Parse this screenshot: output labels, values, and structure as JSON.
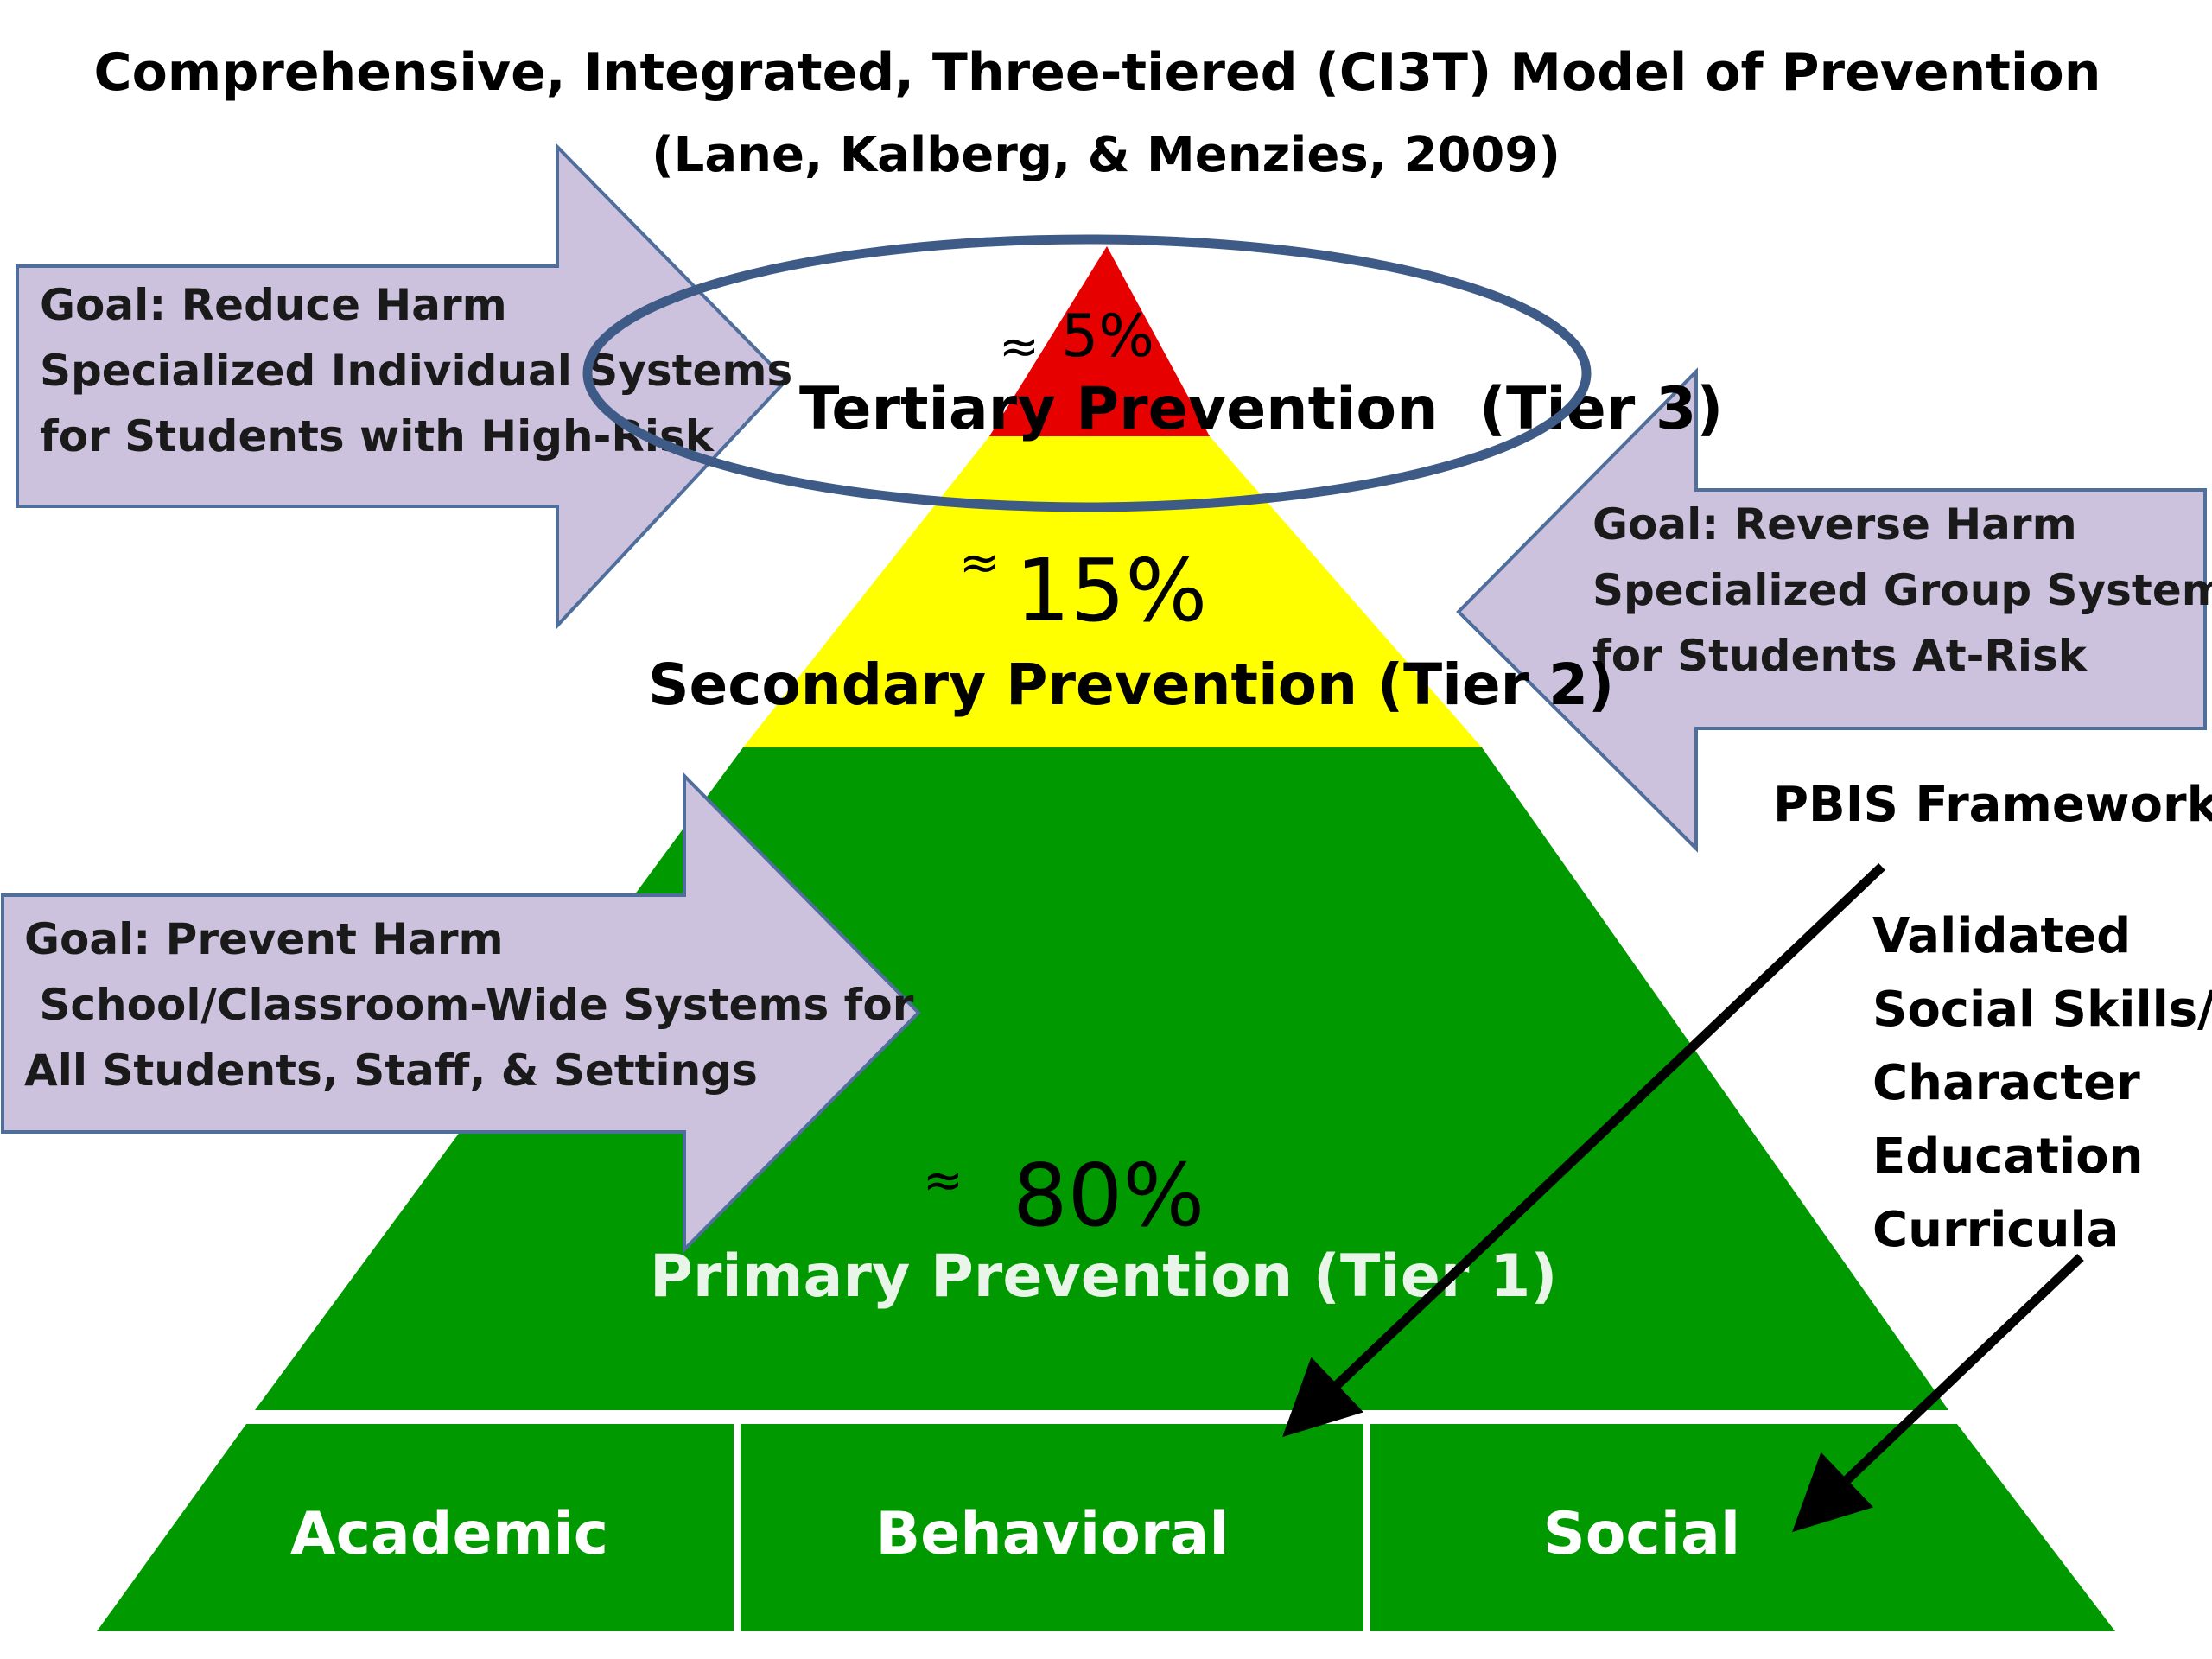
{
  "title": "Comprehensive, Integrated, Three-tiered (CI3T) Model of Prevention",
  "citation": "(Lane, Kalberg, & Menzies, 2009)",
  "approx_symbol": "≈",
  "colors": {
    "tier3": "#e60000",
    "tier2": "#ffff00",
    "tier1": "#009900",
    "arrow_fill": "#ccc2dd",
    "arrow_stroke": "#4f6e9c",
    "ellipse_stroke": "#3e5b87"
  },
  "tiers": {
    "tertiary": {
      "percent": "5%",
      "label": "Tertiary Prevention  (Tier 3)"
    },
    "secondary": {
      "percent": "15%",
      "label": "Secondary Prevention (Tier 2)"
    },
    "primary": {
      "percent": "80%",
      "label": "Primary Prevention (Tier 1)"
    }
  },
  "goals": {
    "tier3": {
      "line1": "Goal: Reduce Harm",
      "line2": "Specialized Individual Systems",
      "line3": "for Students with High-Risk"
    },
    "tier2": {
      "line1": "Goal: Reverse Harm",
      "line2": "Specialized Group Systems",
      "line3": "for Students At-Risk"
    },
    "tier1": {
      "line1": "Goal: Prevent Harm",
      "line2": " School/Classroom-Wide Systems for",
      "line3": "All Students, Staff, & Settings"
    }
  },
  "base": {
    "academic": "Academic",
    "behavioral": "Behavioral",
    "social": "Social"
  },
  "annotations": {
    "pbis": "PBIS Framework",
    "curricula": {
      "line1": "Validated",
      "line2": "Social Skills/",
      "line3": "Character",
      "line4": "Education",
      "line5": "Curricula"
    }
  }
}
